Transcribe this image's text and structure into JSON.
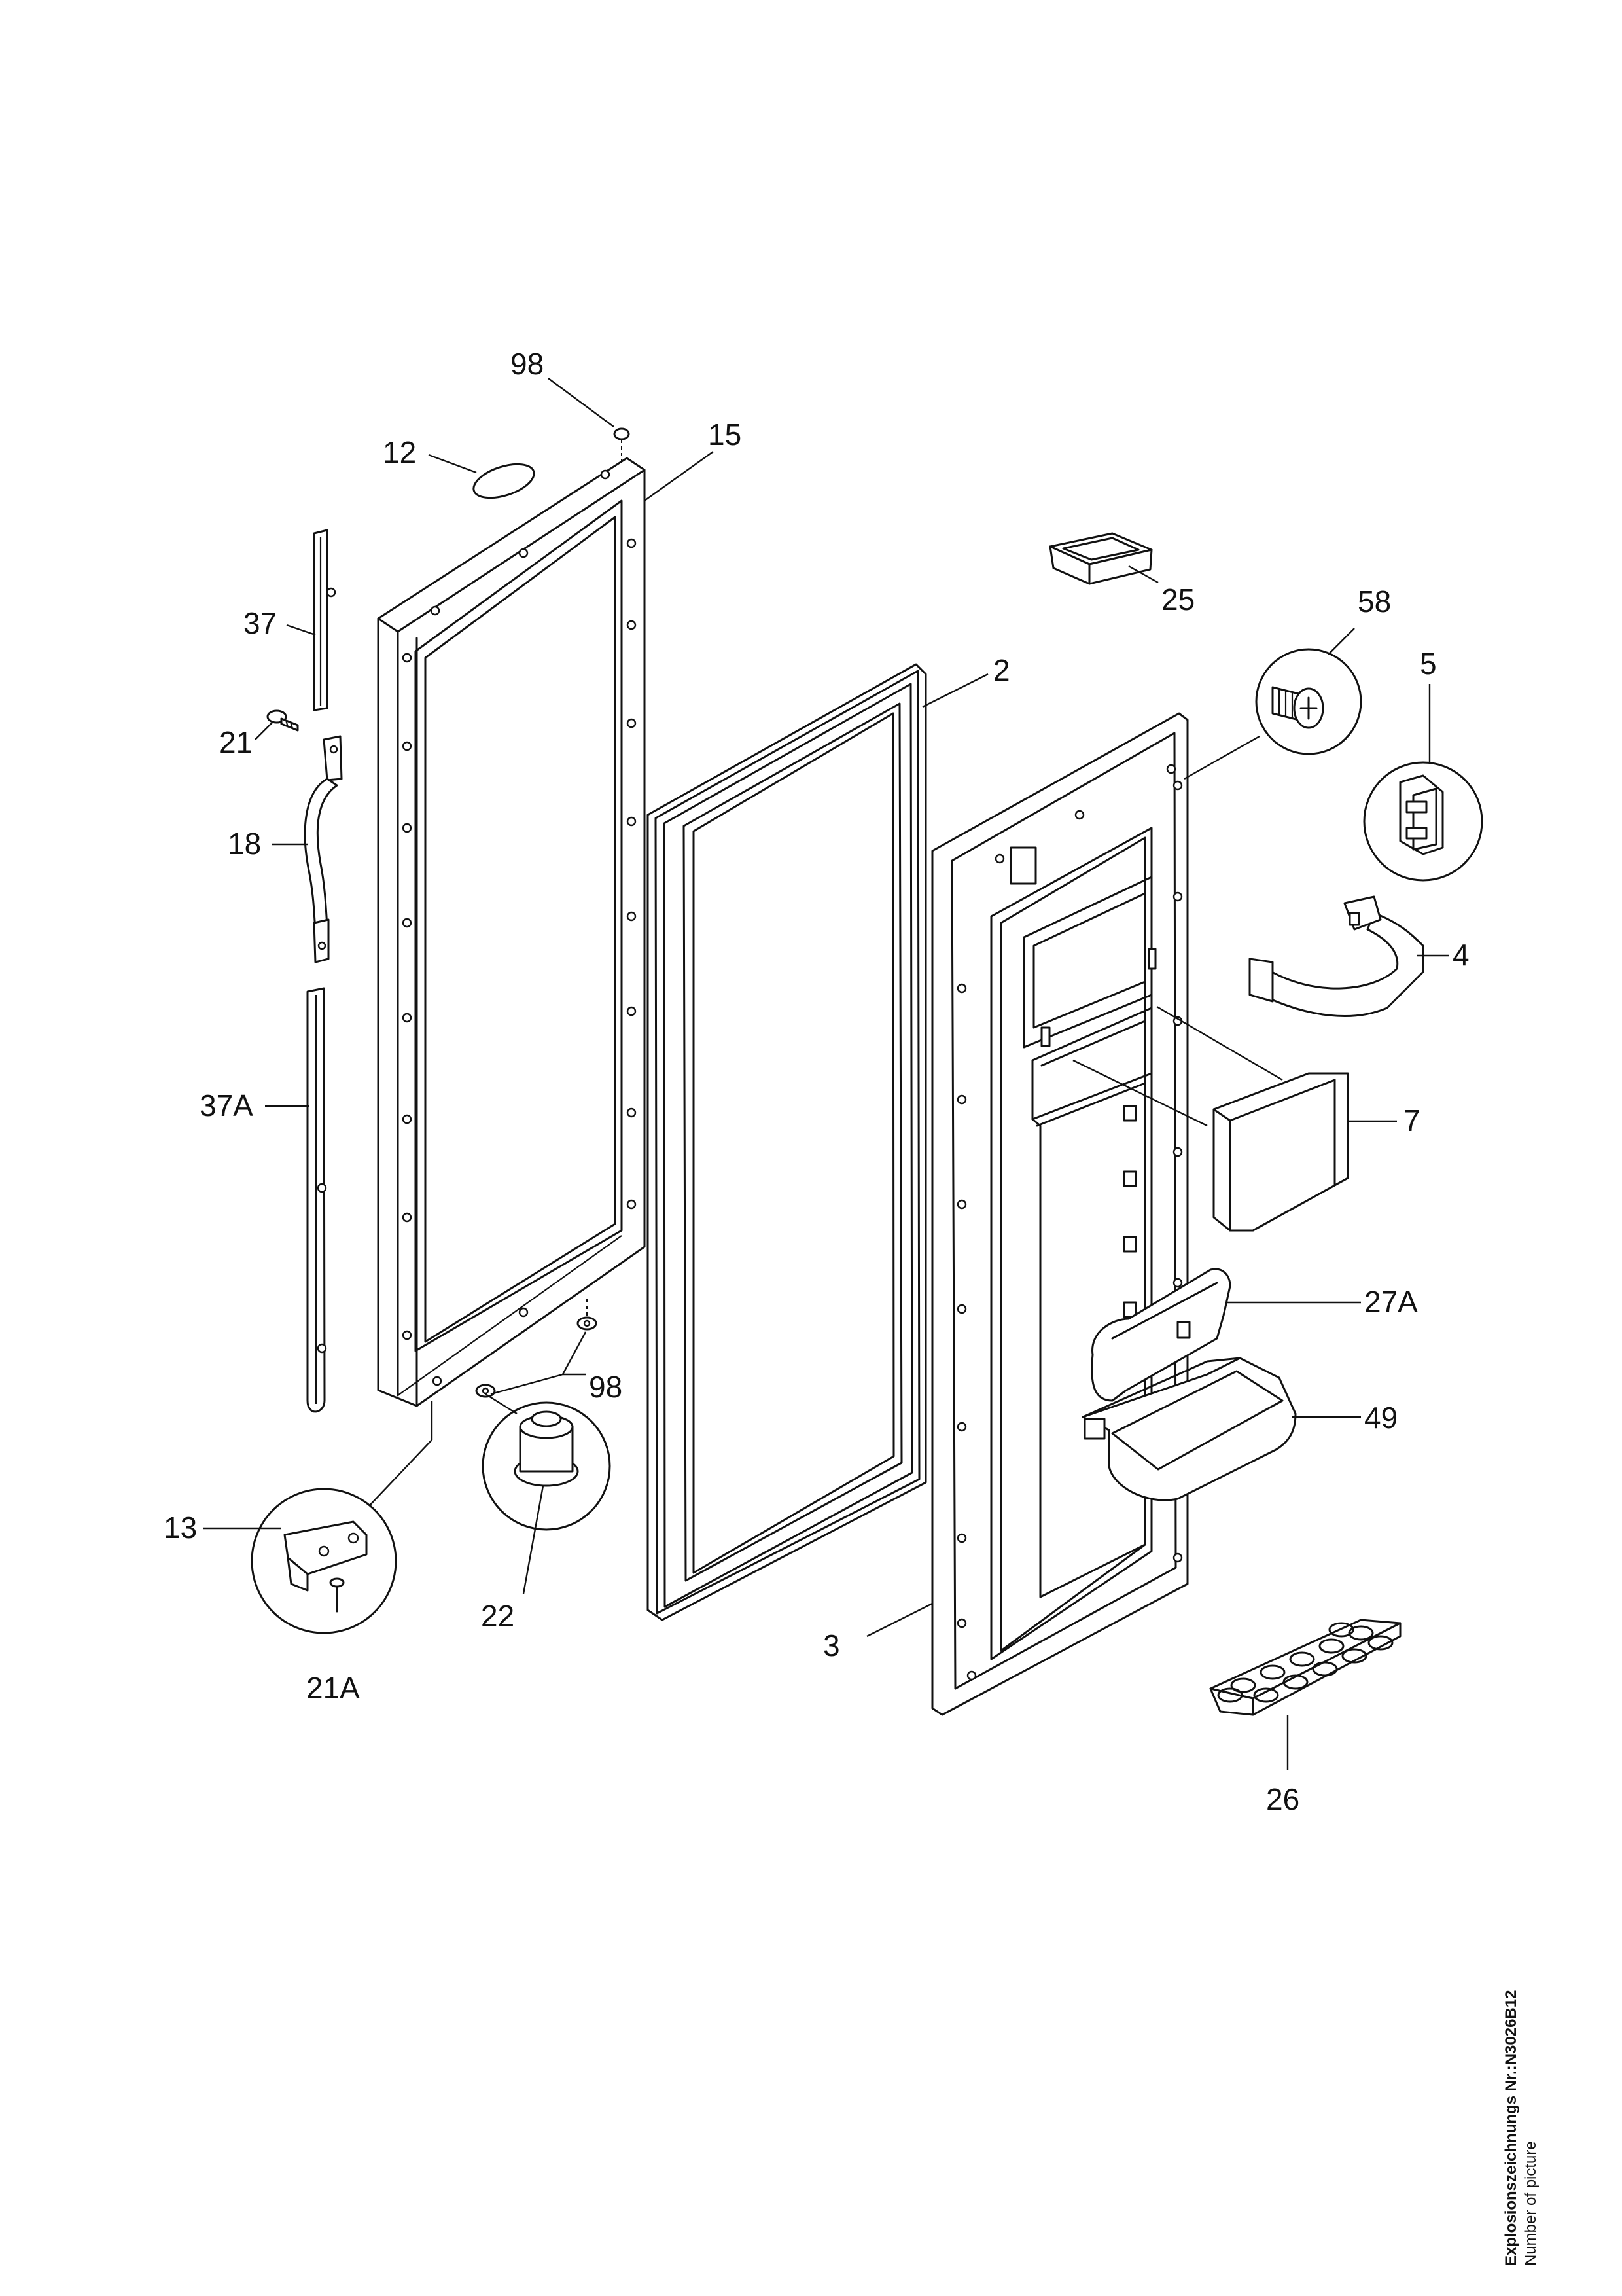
{
  "callouts": {
    "c98a": "98",
    "c12": "12",
    "c15": "15",
    "c37": "37",
    "c21": "21",
    "c18": "18",
    "c37A": "37A",
    "c98b": "98",
    "c13": "13",
    "c21A": "21A",
    "c22": "22",
    "c2": "2",
    "c25": "25",
    "c58": "58",
    "c5": "5",
    "c4": "4",
    "c7": "7",
    "c27A": "27A",
    "c49": "49",
    "c3": "3",
    "c26": "26"
  },
  "drawing_number": {
    "line1": "Explosionszeichnungs Nr.:N3026B12",
    "line2": "Number of picture"
  }
}
